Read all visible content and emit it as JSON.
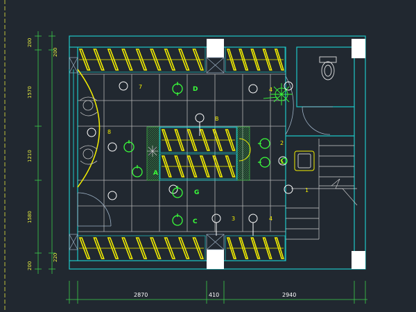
{
  "dimensions": {
    "bottom": [
      "2870",
      "410",
      "2940"
    ],
    "left_outer": [
      "200",
      "1570",
      "1210",
      "1580",
      "200"
    ],
    "left_inner": [
      "200",
      "220"
    ]
  },
  "tags": {
    "room_letters": [
      "D",
      "B",
      "A",
      "G",
      "C"
    ],
    "small_letters": [
      "7",
      "8",
      "2"
    ],
    "switch_marks": [
      "4",
      "5",
      "1",
      "3",
      "4"
    ]
  },
  "colors": {
    "background": "#212830",
    "wall": "#1ec8c8",
    "shelf": "#f5f000",
    "grid": "#b4b4b4",
    "dimension": "#3cd04c",
    "door": "#9fb4c8",
    "accent_green": "#3aff3a"
  }
}
